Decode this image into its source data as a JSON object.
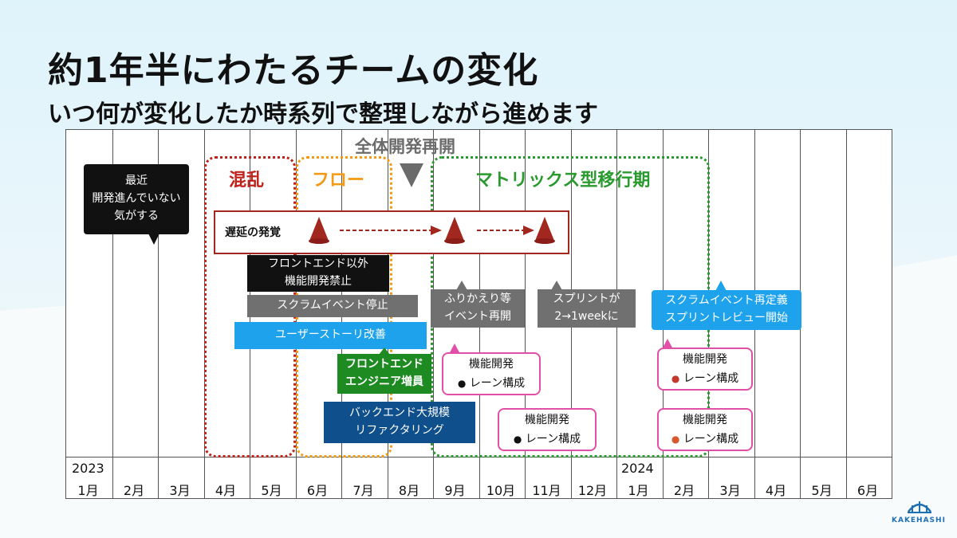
{
  "title": "約1年半にわたるチームの変化",
  "subtitle": "いつ何が変化したか時系列で整理しながら進めます",
  "timeline": {
    "year_start": "2023",
    "year_mid": "2024",
    "months": [
      "1月",
      "2月",
      "3月",
      "4月",
      "5月",
      "6月",
      "7月",
      "8月",
      "9月",
      "10月",
      "11月",
      "12月",
      "1月",
      "2月",
      "3月",
      "4月",
      "5月",
      "6月"
    ]
  },
  "phases": {
    "chaos": "混乱",
    "flow": "フロー",
    "matrix": "マトリックス型移行期",
    "restart": "全体開発再開"
  },
  "speech": {
    "line1": "最近",
    "line2": "開発進んでいない",
    "line3": "気がする"
  },
  "delay": {
    "label": "遅延の発覚"
  },
  "events": {
    "fe_only_1": "フロントエンド以外",
    "fe_only_2": "機能開発禁止",
    "scrum_stop": "スクラムイベント停止",
    "user_story": "ユーザーストーリ改善",
    "fe_hire_1": "フロントエンド",
    "fe_hire_2": "エンジニア増員",
    "be_refactor_1": "バックエンド大規模",
    "be_refactor_2": "リファクタリング",
    "retro_1": "ふりかえり等",
    "retro_2": "イベント再開",
    "sprint_1": "スプリントが",
    "sprint_2": "2→1weekに",
    "redef_1": "スクラムイベント再定義",
    "redef_2": "スプリントレビュー開始"
  },
  "lanes": {
    "a_1": "機能開発",
    "a_2": "レーン構成",
    "b_1": "機能開発",
    "b_2": "レーン構成",
    "c_1": "機能開発",
    "c_2": "レーン構成",
    "d_1": "機能開発",
    "d_2": "レーン構成"
  },
  "brand": "KAKEHASHI",
  "colors": {
    "chaos": "#c0221b",
    "flow": "#f39a12",
    "matrix": "#2a9a2f",
    "blue": "#1ea2ec",
    "navy": "#0f4f8c",
    "green": "#1d8b21",
    "gray": "#707070",
    "pink": "#e14fa7"
  }
}
